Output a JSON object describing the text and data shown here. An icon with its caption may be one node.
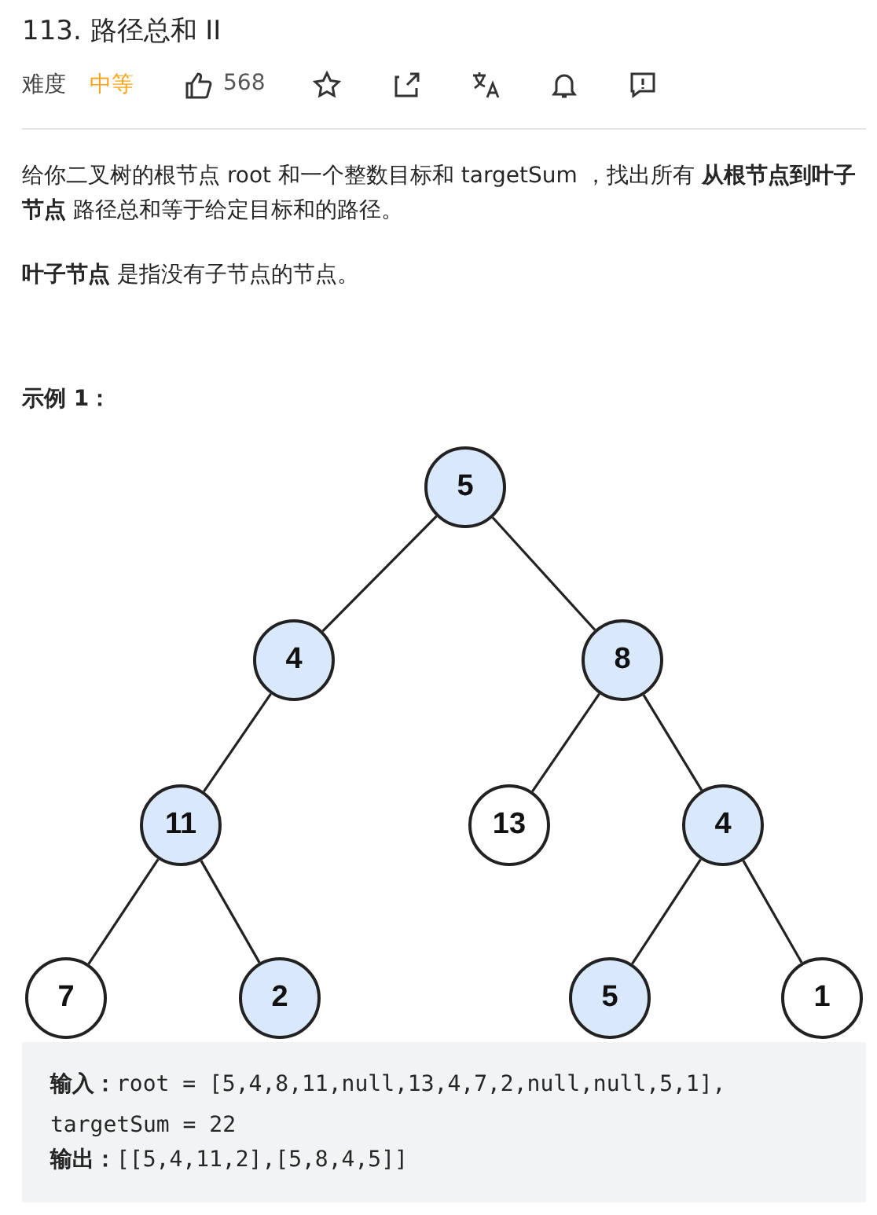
{
  "diagram": {
    "title": "113. 路径总和 II",
    "labels": [
      "难度",
      "中等",
      "568",
      "给你二叉树的根节点 root 和一个整数目标和 targetSum ，找出所有 **从根节点到叶子节点** 路径总和等于给定目标和的路径。",
      "**叶子节点** 是指没有子节点的节点。",
      "示例 1：",
      "**输入：**root = [5,4,8,11,null,13,4,7,2,null,null,5,1], targetSum = 22",
      "**输出：**[[5,4,11,2],[5,8,4,5]]"
    ],
    "nodes": [
      {
        "text": [
          "5"
        ]
      },
      {
        "text": [
          "4"
        ]
      },
      {
        "text": [
          "8"
        ]
      },
      {
        "text": [
          "11"
        ]
      },
      {
        "text": [
          "13"
        ]
      },
      {
        "text": [
          "4"
        ]
      },
      {
        "text": [
          "7"
        ]
      },
      {
        "text": [
          "2"
        ]
      },
      {
        "text": [
          "5"
        ]
      },
      {
        "text": [
          "1"
        ]
      }
    ],
    "edges": [
      {
        "from": 0,
        "to": 1,
        "arrow": "none"
      },
      {
        "from": 0,
        "to": 2,
        "arrow": "none"
      },
      {
        "from": 1,
        "to": 3,
        "arrow": "none"
      },
      {
        "from": 2,
        "to": 4,
        "arrow": "none"
      },
      {
        "from": 2,
        "to": 5,
        "arrow": "none"
      },
      {
        "from": 3,
        "to": 6,
        "arrow": "none"
      },
      {
        "from": 3,
        "to": 7,
        "arrow": "none"
      },
      {
        "from": 5,
        "to": 8,
        "arrow": "none"
      },
      {
        "from": 5,
        "to": 9,
        "arrow": "none"
      }
    ]
  }
}
